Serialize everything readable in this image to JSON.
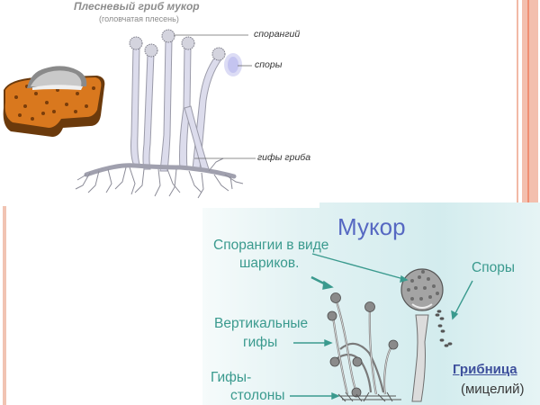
{
  "top_panel": {
    "title": "Плесневый гриб мукор",
    "subtitle": "(головчатая плесень)",
    "labels": {
      "sporangium": "спорангий",
      "spores": "споры",
      "hyphae": "гифы гриба"
    }
  },
  "bottom_panel": {
    "title": "Мукор",
    "labels": {
      "sporangia_line1": "Спорангии в виде",
      "sporangia_line2": "шариков.",
      "spores": "Споры",
      "vertical_line1": "Вертикальные",
      "vertical_line2": "гифы",
      "stolons_line1": "Гифы-",
      "stolons_line2": "столоны",
      "mycelium": "Грибница",
      "mycelium_sub": "(мицелий)"
    }
  },
  "colors": {
    "accent_stripe": "#f3bfae",
    "accent_stripe_line": "#ef8f73",
    "bottom_title": "#5668c2",
    "bottom_label": "#3a9a8e",
    "mycelium_label": "#3d4f9c",
    "bread": "#d9781e",
    "hyphae": "#dcdcec"
  }
}
